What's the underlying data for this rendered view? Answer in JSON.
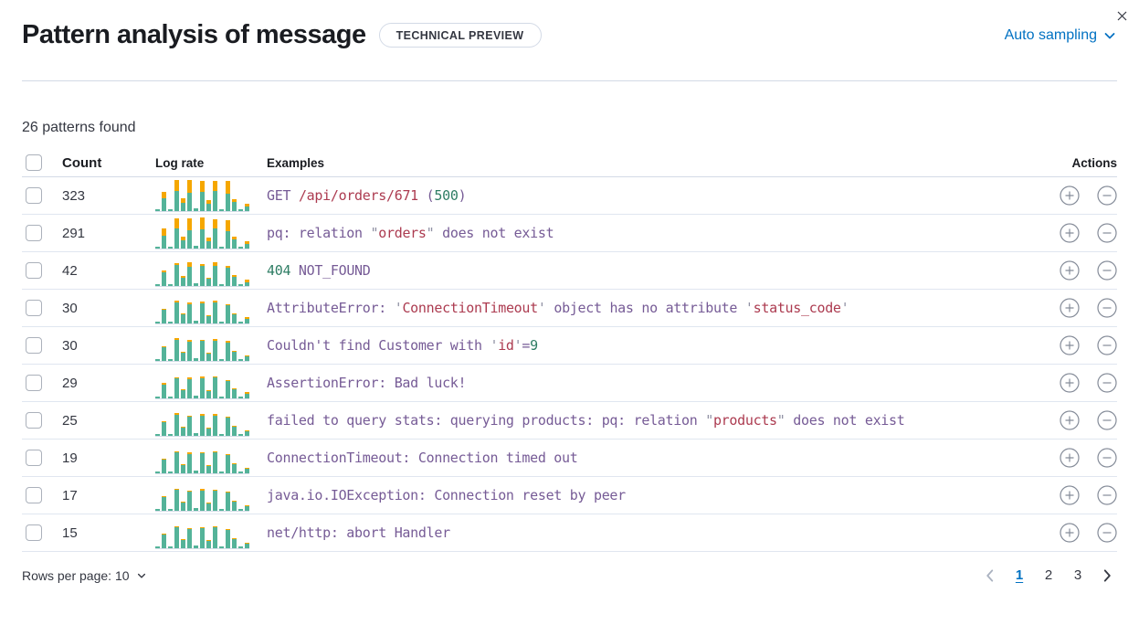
{
  "header": {
    "title": "Pattern analysis of message",
    "badge": "TECHNICAL PREVIEW",
    "sampling_label": "Auto sampling"
  },
  "summary": {
    "text": "26 patterns found"
  },
  "table": {
    "columns": {
      "count": "Count",
      "log_rate": "Log rate",
      "examples": "Examples",
      "actions": "Actions"
    },
    "rows": [
      {
        "count": "323",
        "example": [
          {
            "t": "GET ",
            "c": "purple"
          },
          {
            "t": "/api/orders/671",
            "c": "red"
          },
          {
            "t": " (",
            "c": "purple"
          },
          {
            "t": "500",
            "c": "green"
          },
          {
            "t": ")",
            "c": "purple"
          }
        ],
        "hist": {
          "green": [
            2,
            14,
            2,
            22,
            9,
            20,
            3,
            21,
            8,
            22,
            2,
            19,
            10,
            2,
            5
          ],
          "orange": [
            0,
            7,
            0,
            12,
            5,
            14,
            0,
            12,
            4,
            11,
            0,
            14,
            3,
            0,
            3
          ]
        }
      },
      {
        "count": "291",
        "example": [
          {
            "t": "pq: relation ",
            "c": "purple"
          },
          {
            "t": "\"",
            "c": "gray"
          },
          {
            "t": "orders",
            "c": "red"
          },
          {
            "t": "\"",
            "c": "gray"
          },
          {
            "t": " does not exist",
            "c": "purple"
          }
        ],
        "hist": {
          "green": [
            2,
            14,
            2,
            22,
            9,
            20,
            3,
            21,
            8,
            22,
            2,
            19,
            10,
            2,
            5
          ],
          "orange": [
            0,
            8,
            0,
            11,
            4,
            13,
            0,
            13,
            4,
            10,
            0,
            12,
            3,
            0,
            3
          ]
        }
      },
      {
        "count": "42",
        "example": [
          {
            "t": "404",
            "c": "green"
          },
          {
            "t": " NOT_FOUND",
            "c": "purple"
          }
        ],
        "hist": {
          "green": [
            2,
            15,
            2,
            23,
            9,
            21,
            3,
            22,
            8,
            22,
            2,
            20,
            10,
            2,
            4
          ],
          "orange": [
            0,
            2,
            0,
            2,
            2,
            5,
            0,
            2,
            1,
            4,
            0,
            2,
            2,
            0,
            3
          ]
        }
      },
      {
        "count": "30",
        "example": [
          {
            "t": "AttributeError: ",
            "c": "purple"
          },
          {
            "t": "'",
            "c": "gray"
          },
          {
            "t": "ConnectionTimeout",
            "c": "red"
          },
          {
            "t": "'",
            "c": "gray"
          },
          {
            "t": " object has no attribute ",
            "c": "purple"
          },
          {
            "t": "'",
            "c": "gray"
          },
          {
            "t": "status_code",
            "c": "red"
          },
          {
            "t": "'",
            "c": "gray"
          }
        ],
        "hist": {
          "green": [
            2,
            15,
            2,
            23,
            10,
            21,
            3,
            22,
            8,
            23,
            2,
            20,
            10,
            2,
            5
          ],
          "orange": [
            0,
            1,
            0,
            2,
            1,
            2,
            0,
            2,
            1,
            2,
            0,
            1,
            1,
            0,
            2
          ]
        }
      },
      {
        "count": "30",
        "example": [
          {
            "t": "Couldn't find Customer with ",
            "c": "purple"
          },
          {
            "t": "'",
            "c": "gray"
          },
          {
            "t": "id",
            "c": "red"
          },
          {
            "t": "'",
            "c": "gray"
          },
          {
            "t": "=",
            "c": "purple"
          },
          {
            "t": "9",
            "c": "green"
          }
        ],
        "hist": {
          "green": [
            2,
            15,
            2,
            23,
            9,
            21,
            3,
            22,
            8,
            22,
            2,
            20,
            10,
            2,
            5
          ],
          "orange": [
            0,
            1,
            0,
            2,
            1,
            2,
            0,
            1,
            1,
            2,
            0,
            2,
            1,
            0,
            1
          ]
        }
      },
      {
        "count": "29",
        "example": [
          {
            "t": "AssertionError: Bad luck!",
            "c": "purple"
          }
        ],
        "hist": {
          "green": [
            2,
            15,
            2,
            22,
            9,
            21,
            3,
            22,
            8,
            23,
            2,
            19,
            10,
            2,
            5
          ],
          "orange": [
            0,
            2,
            0,
            1,
            1,
            2,
            0,
            2,
            1,
            1,
            0,
            1,
            1,
            0,
            2
          ]
        }
      },
      {
        "count": "25",
        "example": [
          {
            "t": "failed to query stats: querying products: pq: relation ",
            "c": "purple"
          },
          {
            "t": "\"",
            "c": "gray"
          },
          {
            "t": "products",
            "c": "red"
          },
          {
            "t": "\"",
            "c": "gray"
          },
          {
            "t": " does not exist",
            "c": "purple"
          }
        ],
        "hist": {
          "green": [
            2,
            15,
            2,
            23,
            9,
            21,
            3,
            22,
            8,
            22,
            2,
            20,
            10,
            2,
            5
          ],
          "orange": [
            0,
            1,
            0,
            2,
            1,
            1,
            0,
            2,
            1,
            2,
            0,
            1,
            1,
            0,
            1
          ]
        }
      },
      {
        "count": "19",
        "example": [
          {
            "t": "ConnectionTimeout: Connection timed out",
            "c": "purple"
          }
        ],
        "hist": {
          "green": [
            2,
            15,
            2,
            23,
            9,
            21,
            3,
            22,
            8,
            23,
            2,
            20,
            10,
            2,
            5
          ],
          "orange": [
            0,
            1,
            0,
            1,
            1,
            2,
            0,
            1,
            1,
            1,
            0,
            1,
            1,
            0,
            1
          ]
        }
      },
      {
        "count": "17",
        "example": [
          {
            "t": "java.io.IOException: Connection reset by peer",
            "c": "purple"
          }
        ],
        "hist": {
          "green": [
            2,
            15,
            2,
            23,
            9,
            21,
            3,
            22,
            8,
            22,
            2,
            20,
            10,
            2,
            5
          ],
          "orange": [
            0,
            1,
            0,
            1,
            1,
            1,
            0,
            2,
            1,
            1,
            0,
            1,
            1,
            0,
            1
          ]
        }
      },
      {
        "count": "15",
        "example": [
          {
            "t": "net/http: abort Handler",
            "c": "purple"
          }
        ],
        "hist": {
          "green": [
            2,
            15,
            2,
            23,
            9,
            21,
            3,
            22,
            8,
            23,
            2,
            20,
            10,
            2,
            5
          ],
          "orange": [
            0,
            1,
            0,
            1,
            1,
            1,
            0,
            1,
            1,
            1,
            0,
            1,
            1,
            0,
            1
          ]
        }
      }
    ]
  },
  "footer": {
    "rows_per_page_label": "Rows per page: 10",
    "pages": [
      "1",
      "2",
      "3"
    ],
    "active_page": "1"
  },
  "colors": {
    "accent_blue": "#0071c2",
    "bar_green": "#54b399",
    "bar_orange": "#f5a700",
    "code": {
      "purple": "#765b96",
      "red": "#ac3b50",
      "green": "#2e7d64",
      "gray": "#8f90a3"
    }
  }
}
